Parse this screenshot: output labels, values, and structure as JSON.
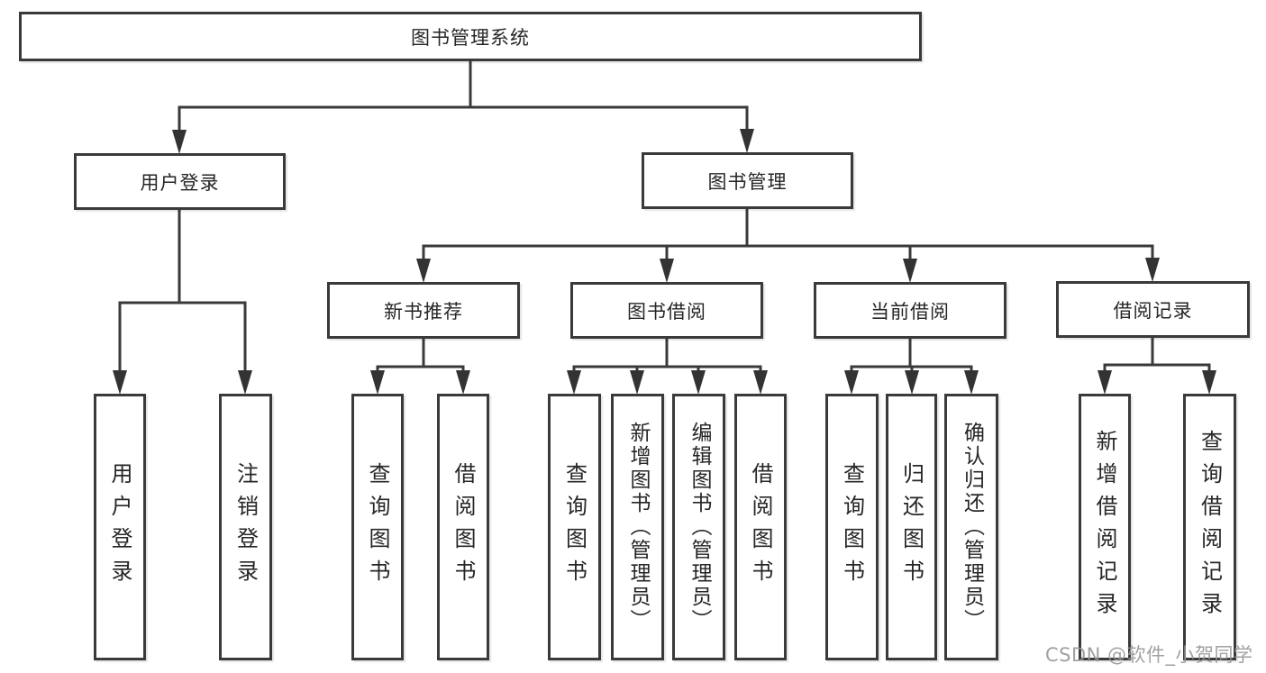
{
  "root": {
    "label": "图书管理系统"
  },
  "branches": [
    {
      "label": "用户登录",
      "leaves": [
        "用户登录",
        "注销登录"
      ]
    },
    {
      "label": "图书管理",
      "children": [
        {
          "label": "新书推荐",
          "leaves": [
            "查询图书",
            "借阅图书"
          ]
        },
        {
          "label": "图书借阅",
          "leaves": [
            "查询图书",
            "新增图书（管理员）",
            "编辑图书（管理员）",
            "借阅图书"
          ]
        },
        {
          "label": "当前借阅",
          "leaves": [
            "查询图书",
            "归还图书",
            "确认归还（管理员）"
          ]
        },
        {
          "label": "借阅记录",
          "leaves": [
            "新增借阅记录",
            "查询借阅记录"
          ]
        }
      ]
    }
  ],
  "watermark": "CSDN @软件_小贺同学",
  "colors": {
    "line": "#3a3a3a",
    "box_border": "#3a3a3a",
    "text": "#262626",
    "watermark": "#949494",
    "background": "#ffffff"
  }
}
